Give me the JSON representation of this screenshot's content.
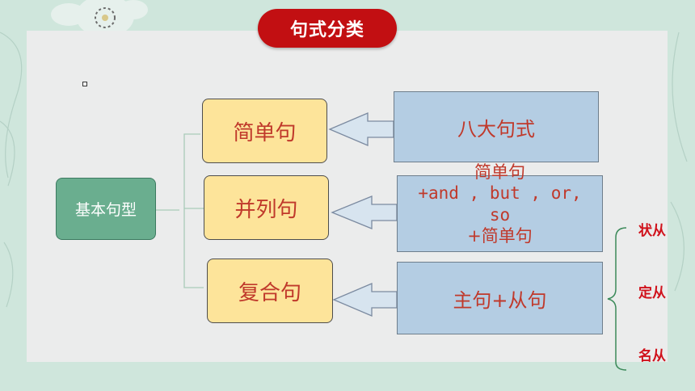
{
  "title": "句式分类",
  "root": {
    "label": "基本句型"
  },
  "categories": [
    {
      "label": "简单句",
      "description": "八大句式"
    },
    {
      "label": "并列句",
      "description_lines": [
        "简单句",
        "+and , but , or,",
        "so",
        "+简单句"
      ]
    },
    {
      "label": "复合句",
      "description": "主句+从句"
    }
  ],
  "clause_types": [
    "状从",
    "定从",
    "名从"
  ],
  "colors": {
    "title_bg": "#c20f12",
    "root_bg": "#6aae8f",
    "category_bg": "#fde49a",
    "description_bg": "#b4cde3",
    "text_red": "#c0392b",
    "bracket_green": "#3c8a5a"
  }
}
